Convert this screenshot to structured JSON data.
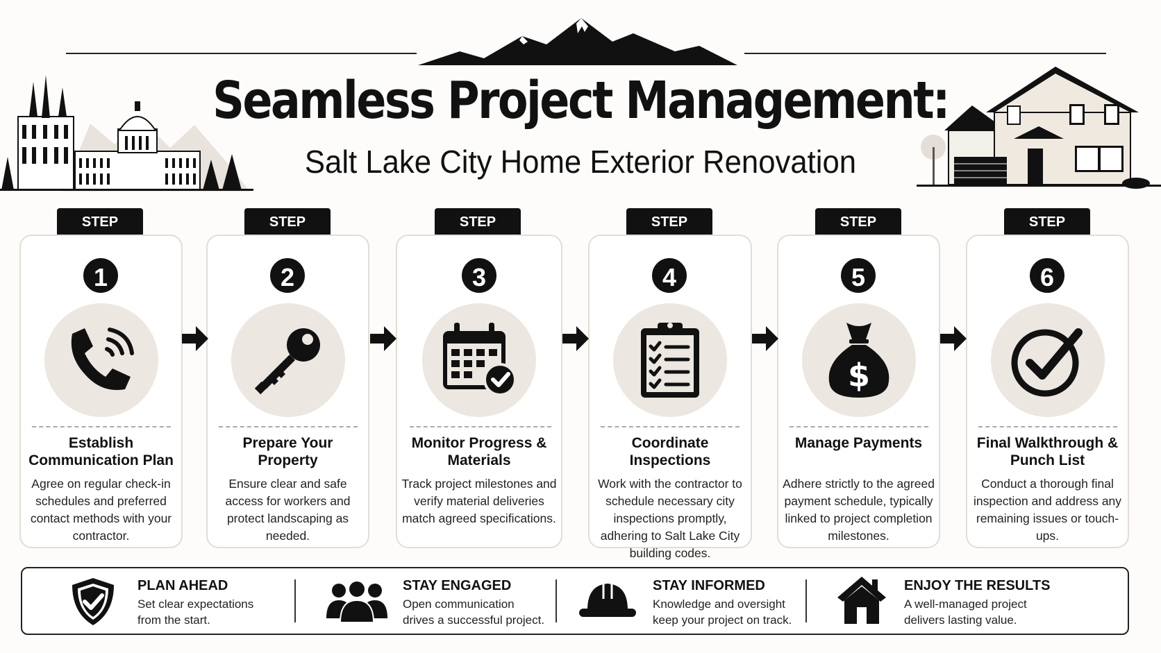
{
  "header": {
    "title": "Seamless Project Management:",
    "subtitle": "Salt Lake City Home Exterior Renovation"
  },
  "step_label": "STEP",
  "steps": [
    {
      "number": "1",
      "icon": "phone-icon",
      "title": "Establish Communication Plan",
      "description": "Agree on regular check-in schedules and preferred contact methods with your contractor."
    },
    {
      "number": "2",
      "icon": "key-icon",
      "title": "Prepare Your Property",
      "description": "Ensure clear and safe access for workers and protect landscaping as needed."
    },
    {
      "number": "3",
      "icon": "calendar-check-icon",
      "title": "Monitor Progress & Materials",
      "description": "Track project milestones and verify material deliveries match agreed specifications."
    },
    {
      "number": "4",
      "icon": "clipboard-checklist-icon",
      "title": "Coordinate Inspections",
      "description": "Work with the contractor to schedule necessary city inspections promptly, adhering to Salt Lake City building codes."
    },
    {
      "number": "5",
      "icon": "money-bag-icon",
      "title": "Manage Payments",
      "description": "Adhere strictly to the agreed payment schedule, typically linked to project completion milestones."
    },
    {
      "number": "6",
      "icon": "check-circle-icon",
      "title": "Final Walkthrough & Punch List",
      "description": "Conduct a thorough final inspection and address any remaining issues or touch-ups."
    }
  ],
  "tips": [
    {
      "icon": "shield-check-icon",
      "title": "PLAN AHEAD",
      "text": "Set clear expectations from the start."
    },
    {
      "icon": "people-icon",
      "title": "STAY ENGAGED",
      "text": "Open communication drives a successful project."
    },
    {
      "icon": "hard-hat-icon",
      "title": "STAY INFORMED",
      "text": "Knowledge and oversight keep your project on track."
    },
    {
      "icon": "house-icon",
      "title": "ENJOY THE RESULTS",
      "text": "A well-managed project delivers lasting value."
    }
  ],
  "colors": {
    "accent": "#111111",
    "icon_bg": "#ece7e0",
    "card_border": "#e2ddd5",
    "page_bg": "#fdfcfa"
  }
}
